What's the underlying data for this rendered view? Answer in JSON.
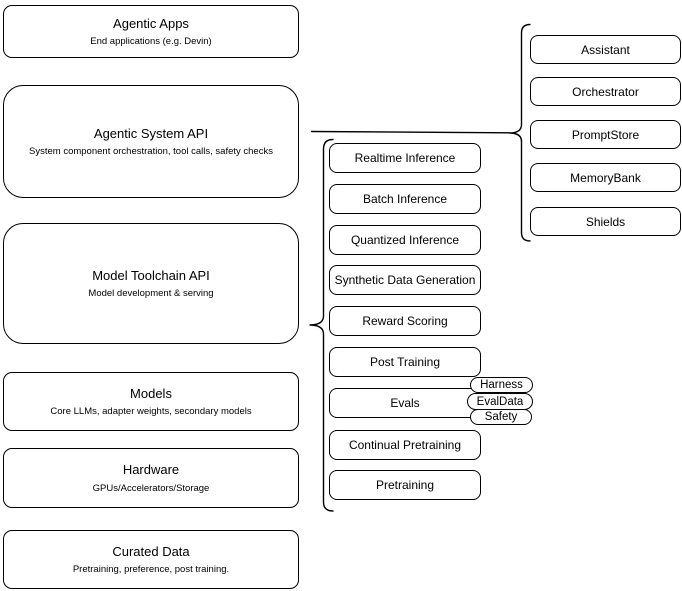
{
  "diagram": {
    "stack": [
      {
        "title": "Agentic Apps",
        "subtitle": "End applications (e.g. Devin)"
      },
      {
        "title": "Agentic System API",
        "subtitle": "System component orchestration, tool calls, safety checks"
      },
      {
        "title": "Model Toolchain API",
        "subtitle": "Model development & serving"
      },
      {
        "title": "Models",
        "subtitle": "Core LLMs, adapter weights, secondary models"
      },
      {
        "title": "Hardware",
        "subtitle": "GPUs/Accelerators/Storage"
      },
      {
        "title": "Curated Data",
        "subtitle": "Pretraining, preference, post training."
      }
    ],
    "toolchain_nodes": [
      {
        "label": "Realtime Inference"
      },
      {
        "label": "Batch Inference"
      },
      {
        "label": "Quantized Inference"
      },
      {
        "label": "Synthetic Data Generation"
      },
      {
        "label": "Reward Scoring"
      },
      {
        "label": "Post Training"
      },
      {
        "label": "Evals"
      },
      {
        "label": "Continual Pretraining"
      },
      {
        "label": "Pretraining"
      }
    ],
    "system_nodes": [
      {
        "label": "Assistant"
      },
      {
        "label": "Orchestrator"
      },
      {
        "label": "PromptStore"
      },
      {
        "label": "MemoryBank"
      },
      {
        "label": "Shields"
      }
    ],
    "eval_tags": [
      {
        "label": "Harness"
      },
      {
        "label": "EvalData"
      },
      {
        "label": "Safety"
      }
    ],
    "colors": {
      "stroke": "#000000",
      "fill": "#ffffff"
    }
  }
}
